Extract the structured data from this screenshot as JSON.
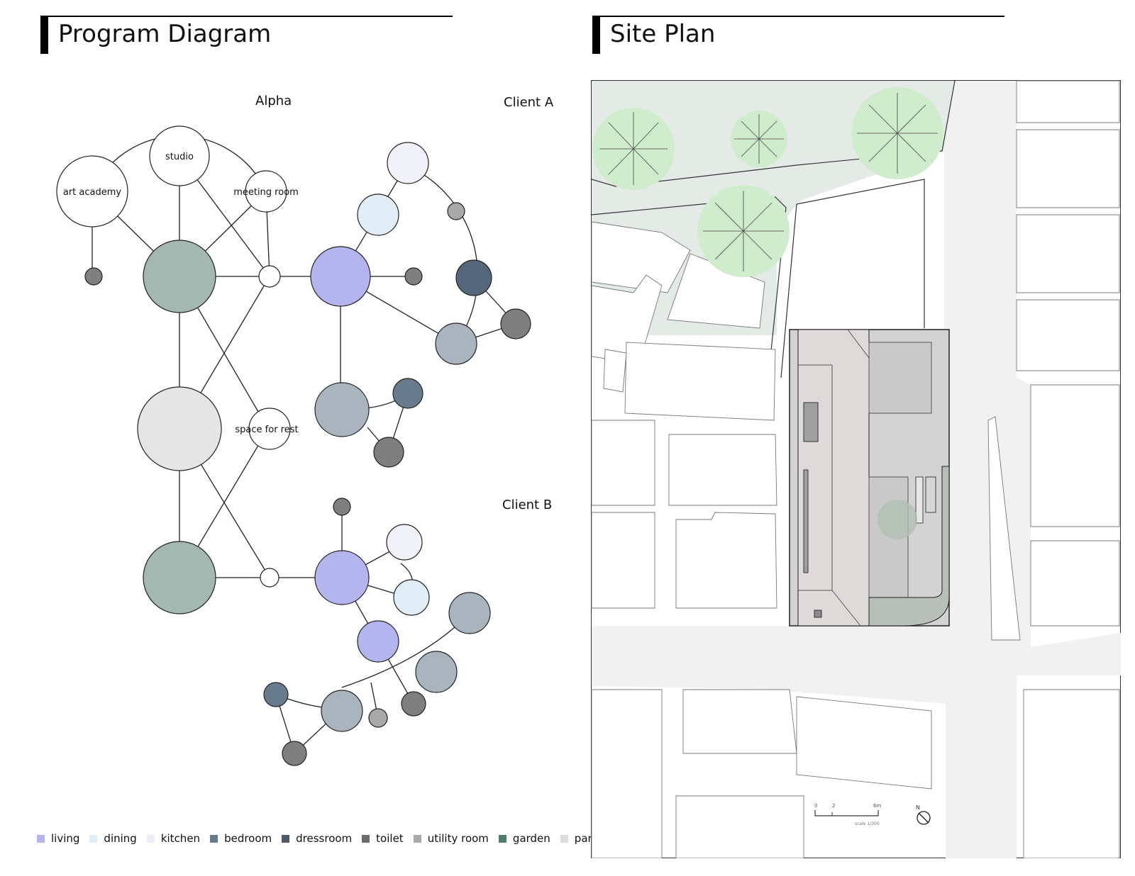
{
  "titles": {
    "program_diagram": "Program Diagram",
    "site_plan": "Site Plan"
  },
  "groups": {
    "alpha": "Alpha",
    "client_a": "Client A",
    "client_b": "Client B"
  },
  "program_labels": {
    "art_academy": "art academy",
    "studio": "studio",
    "meeting_room": "meeting room",
    "space_for_rest": "space for rest"
  },
  "legend": [
    {
      "label": "living",
      "color": "#b4b4ee"
    },
    {
      "label": "dining",
      "color": "#e2eef7"
    },
    {
      "label": "kitchen",
      "color": "#eeeef8"
    },
    {
      "label": "bedroom",
      "color": "#687b8c"
    },
    {
      "label": "dressroom",
      "color": "#4a5a6a"
    },
    {
      "label": "toilet",
      "color": "#6b6b6b"
    },
    {
      "label": "utility room",
      "color": "#a9a9a9"
    },
    {
      "label": "garden",
      "color": "#4f7d6d"
    },
    {
      "label": "parking",
      "color": "#dcdcdc"
    }
  ],
  "site_plan": {
    "scale_ticks": [
      "0",
      "2",
      "6m"
    ],
    "scale_note": "scale 1/300",
    "north": "N"
  },
  "colors": {
    "living": "#b4b4ee",
    "dining": "#e2eef7",
    "kitchen": "#f1f1fa",
    "bedroom": "#aab4be",
    "bedroom_dark": "#687b8c",
    "dressroom": "#55677a",
    "toilet": "#7f7f7f",
    "utility": "#a9a9a9",
    "garden": "#a3b8b1",
    "parking": "#e5e5e5",
    "tree": "#cfeccc"
  }
}
